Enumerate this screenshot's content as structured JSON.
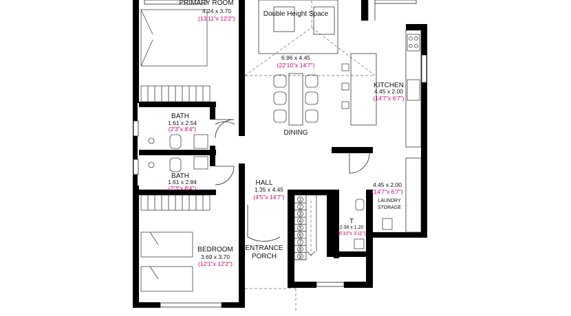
{
  "rooms": {
    "primary": {
      "name": "PRIMARY ROOM",
      "dim": "4.24 x 3.70",
      "imperial": "(13'11\"x 12'2\")"
    },
    "double_height": {
      "name": "Double Height Space"
    },
    "living": {
      "dim": "6.96 x 4.45",
      "imperial": "(22'10\"x 14'7\")"
    },
    "kitchen": {
      "name": "KITCHEN",
      "dim": "4.45 x 2.00",
      "imperial": "(14'7\"x 6'7\")"
    },
    "dining": {
      "name": "DINING"
    },
    "bath1": {
      "name": "BATH",
      "dim": "1.61 x 2.54",
      "imperial": "(2'3\"x 8'4\")"
    },
    "bath2": {
      "name": "BATH",
      "dim": "1.61 x 2.84",
      "imperial": "(2'3\"x 8'4\")"
    },
    "hall": {
      "name": "HALL",
      "dim": "1.35 x 4.45",
      "imperial": "(4'5\"x 14'7\")"
    },
    "laundry": {
      "dim": "4.45 x 2.00",
      "imperial": "(14'7\"x 6'7\")",
      "name_line1": "LAUNDRY",
      "name_line2": "STORAGE"
    },
    "toilet": {
      "name": "T",
      "dim": "2.08 x 1.20",
      "imperial": "(6'10\"x 3'11\")"
    },
    "bedroom": {
      "name": "BEDROOM",
      "dim": "3.69 x 3.70",
      "imperial": "(12'1\"x 12'2\")"
    },
    "porch": {
      "name_line1": "ENTRANCE",
      "name_line2": "PORCH"
    }
  },
  "stairs": {
    "steps": [
      "1",
      "2",
      "3",
      "4",
      "5",
      "6",
      "7",
      "8",
      "9"
    ]
  },
  "colors": {
    "wall": "#000000",
    "imperial_text": "#c8006e",
    "line": "#333333"
  }
}
